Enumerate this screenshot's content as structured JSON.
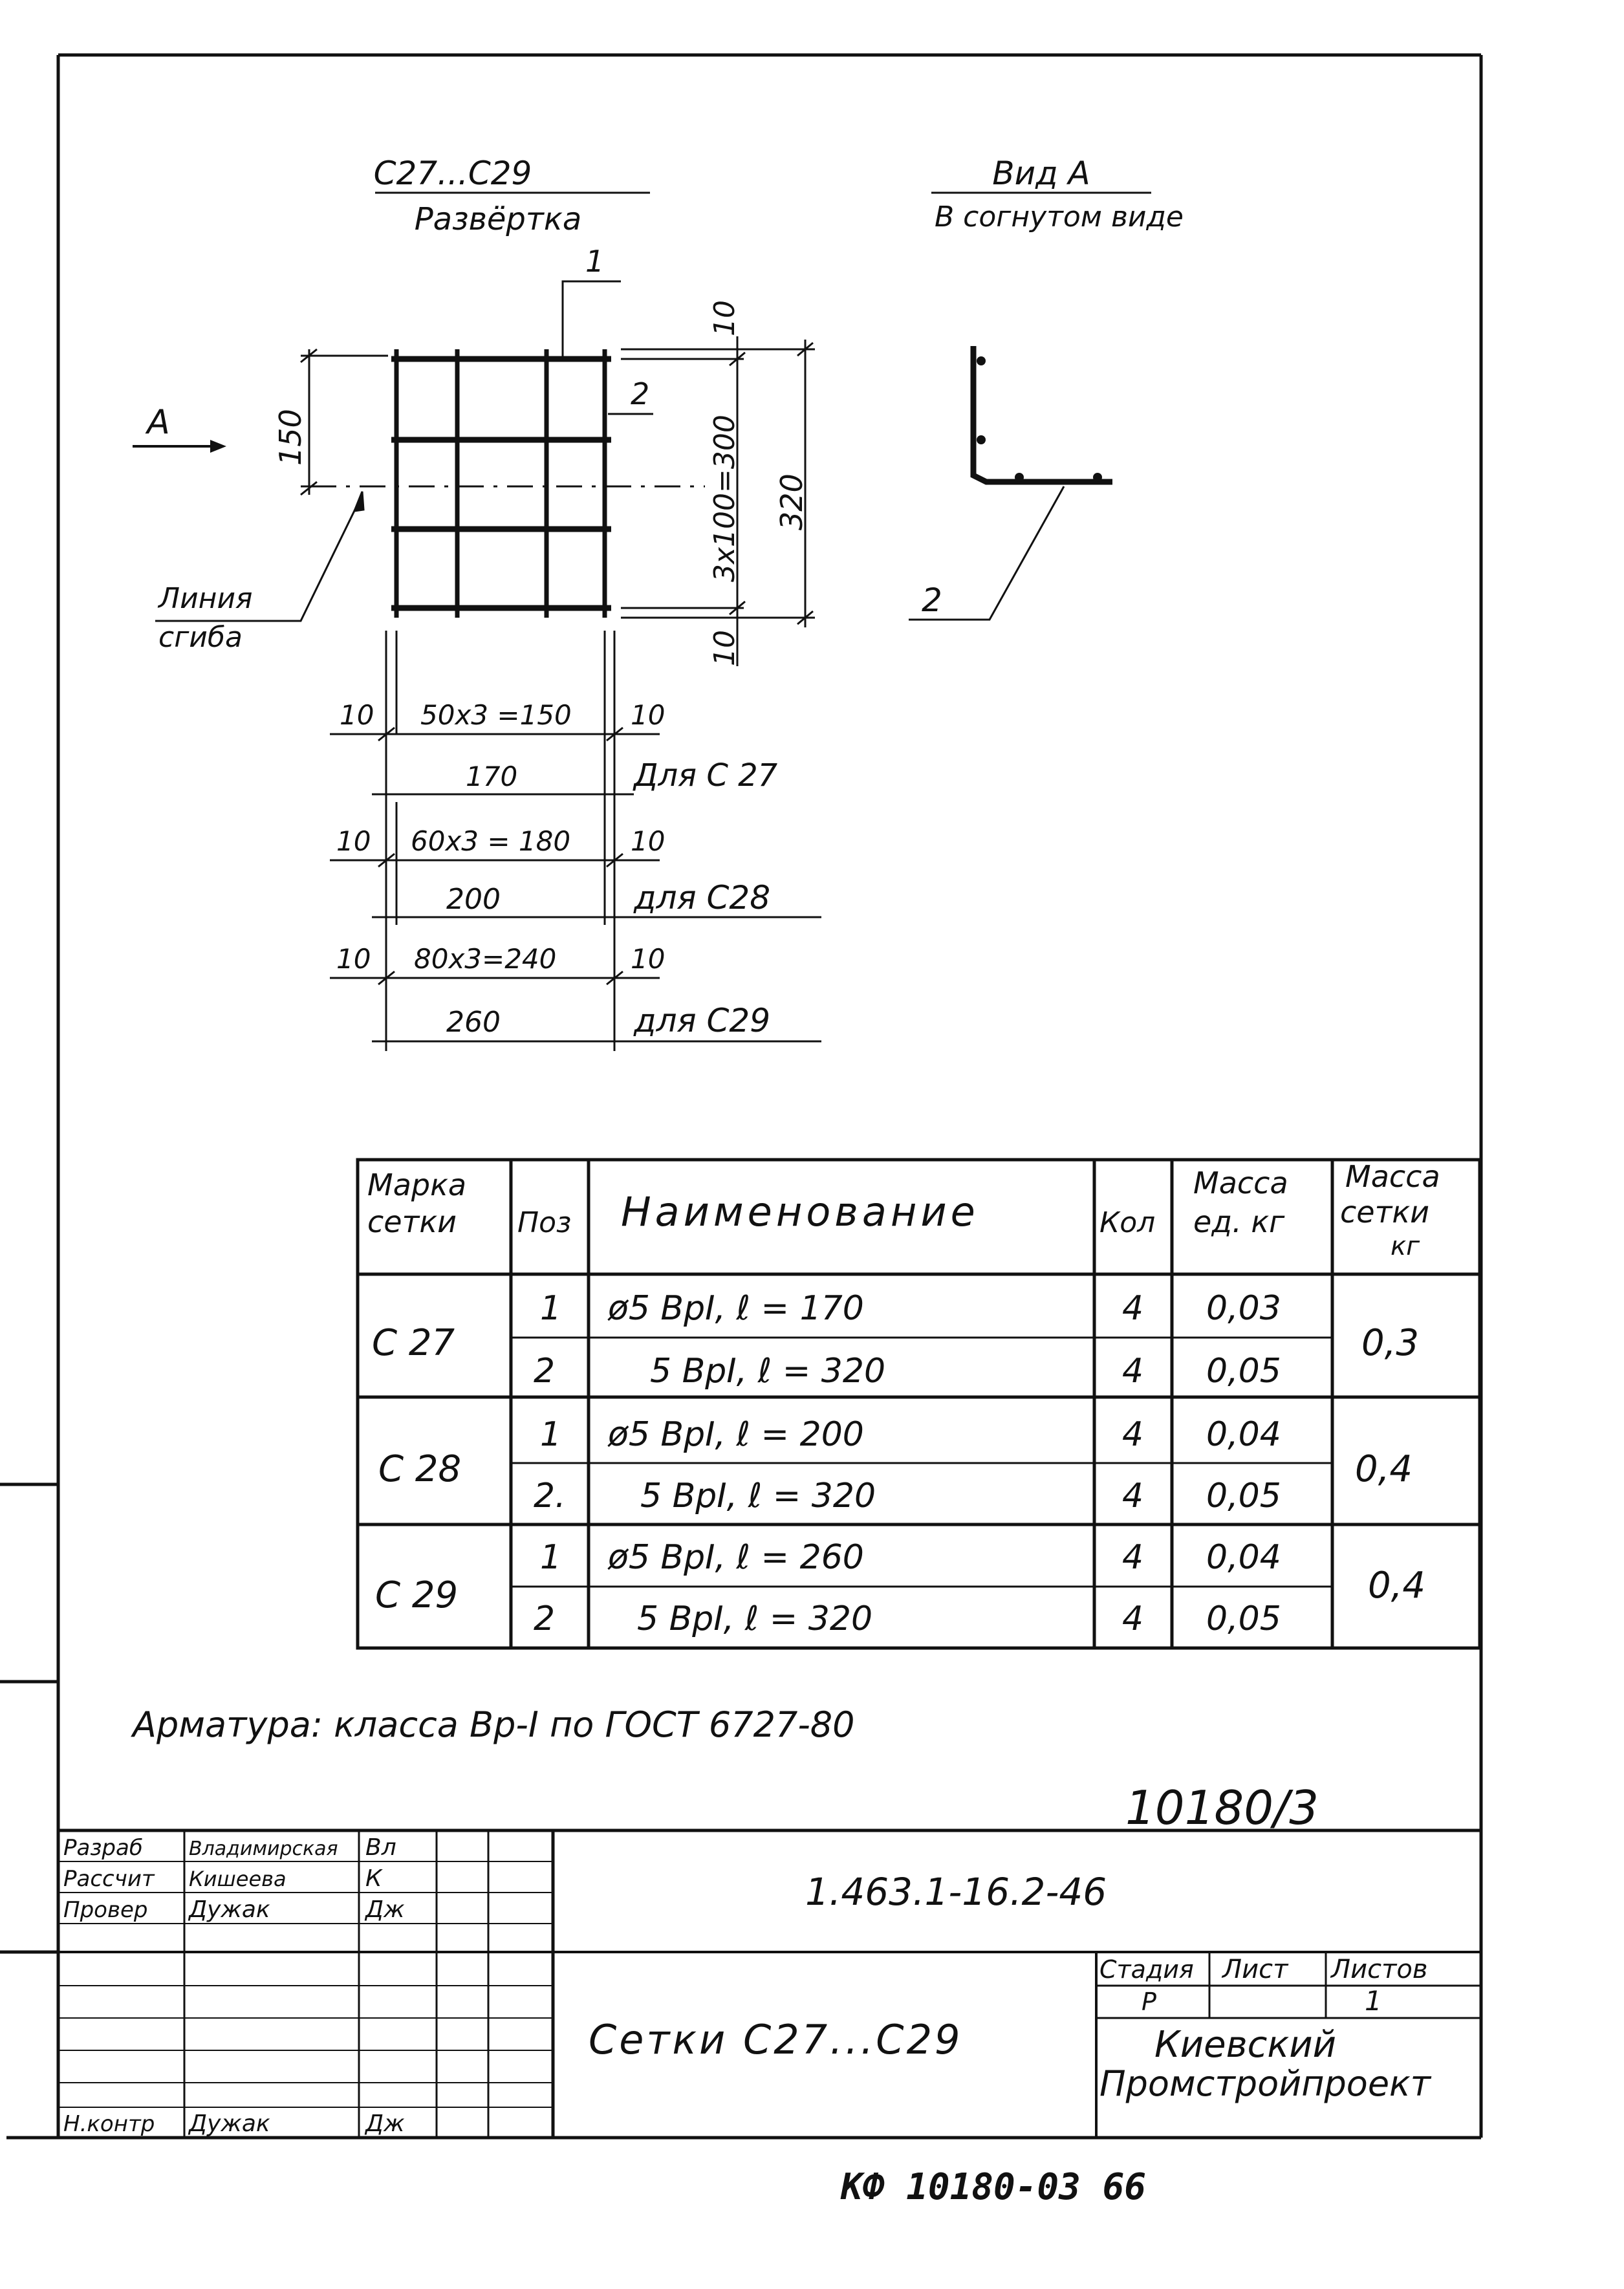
{
  "drawing": {
    "title": "С27...С29",
    "subtitle": "Развёртка",
    "view_title": "Вид А",
    "view_subtitle": "В согнутом виде",
    "arrow_label": "А",
    "bend_label_line1": "Линия",
    "bend_label_line2": "сгиба",
    "leader_1": "1",
    "leader_2": "2",
    "leader_2b": "2",
    "dim_150": "150",
    "dim_10_top": "10",
    "dim_300": "3х100=300",
    "dim_320": "320",
    "dim_10_bottom": "10",
    "dims_c27": {
      "left": "10",
      "mid": "50х3 =150",
      "right": "10",
      "total": "170",
      "label": "Для С 27"
    },
    "dims_c28": {
      "left": "10",
      "mid": "60х3 = 180",
      "right": "10",
      "total": "200",
      "label": "для С28"
    },
    "dims_c29": {
      "left": "10",
      "mid": "80х3=240",
      "right": "10",
      "total": "260",
      "label": "для С29"
    }
  },
  "spec_table": {
    "headers": {
      "mark_line1": "Марка",
      "mark_line2": "сетки",
      "pos": "Поз",
      "name": "Наименование",
      "qty": "Кол",
      "unit_mass_line1": "Масса",
      "unit_mass_line2": "ед. кг",
      "net_mass_line1": "Масса",
      "net_mass_line2": "сетки",
      "net_mass_line3": "кг"
    },
    "groups": [
      {
        "mark": "С 27",
        "mass": "0,3",
        "rows": [
          {
            "pos": "1",
            "name": "ø5 ВрI, ℓ = 170",
            "qty": "4",
            "unit_mass": "0,03"
          },
          {
            "pos": "2",
            "name": "5 ВрI, ℓ = 320",
            "qty": "4",
            "unit_mass": "0,05"
          }
        ]
      },
      {
        "mark": "С 28",
        "mass": "0,4",
        "rows": [
          {
            "pos": "1",
            "name": "ø5 ВрI, ℓ = 200",
            "qty": "4",
            "unit_mass": "0,04"
          },
          {
            "pos": "2.",
            "name": "5 ВрI, ℓ = 320",
            "qty": "4",
            "unit_mass": "0,05"
          }
        ]
      },
      {
        "mark": "С 29",
        "mass": "0,4",
        "rows": [
          {
            "pos": "1",
            "name": "ø5 ВрI, ℓ = 260",
            "qty": "4",
            "unit_mass": "0,04"
          },
          {
            "pos": "2",
            "name": "5 ВрI, ℓ = 320",
            "qty": "4",
            "unit_mass": "0,05"
          }
        ]
      }
    ]
  },
  "note": "Арматура: класса Вр-I по ГОСТ 6727-80",
  "handwritten_number": "10180/3",
  "title_block": {
    "roles": [
      {
        "role": "Разраб",
        "name": "Владимирская",
        "sign": "Вл"
      },
      {
        "role": "Рассчит",
        "name": "Кишеева",
        "sign": "К"
      },
      {
        "role": "Провер",
        "name": "Дужак",
        "sign": "Дж"
      },
      {
        "role": "",
        "name": "",
        "sign": ""
      },
      {
        "role": "",
        "name": "",
        "sign": ""
      },
      {
        "role": "",
        "name": "",
        "sign": ""
      },
      {
        "role": "Н.контр",
        "name": "Дужак",
        "sign": "Дж"
      }
    ],
    "doc_code": "1.463.1-16.2-46",
    "doc_title": "Сетки С27...С29",
    "stage_header": "Стадия",
    "sheet_header": "Лист",
    "sheets_header": "Листов",
    "stage_value": "Р",
    "sheet_value": "",
    "sheets_value": "1",
    "org_line1": "Киевский",
    "org_line2": "Промстройпроект"
  },
  "footer_stamp": "КФ   10180-03   66"
}
